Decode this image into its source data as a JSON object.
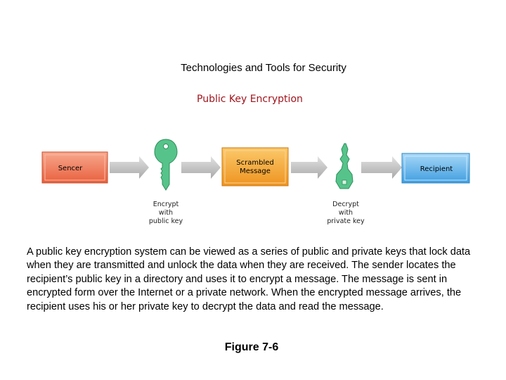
{
  "header": {
    "title": "Technologies and Tools for Security"
  },
  "diagram": {
    "title": "Public Key Encryption",
    "sender_label": "Sencer",
    "scrambled_label": "Scrambled\nMessage",
    "recipient_label": "Recipient",
    "encrypt_caption": "Encrypt\nwith\npublic key",
    "decrypt_caption": "Decrypt\nwith\nprivate key",
    "colors": {
      "sender": "#f07a5a",
      "scrambled": "#f5a733",
      "recipient": "#5fb2ec",
      "key": "#56c48a",
      "arrow": "#bdbdbd",
      "title": "#a0141c"
    }
  },
  "description": "A public key encryption system can be viewed as a series of public and private keys that lock data when they are transmitted and unlock the data when they are received. The sender locates the recipient’s public key in a directory and uses it to encrypt a message. The message is sent in encrypted form over the Internet or a private network. When the encrypted message arrives, the recipient uses his or her private key to decrypt the data and read the message.",
  "figure_caption": "Figure 7-6"
}
